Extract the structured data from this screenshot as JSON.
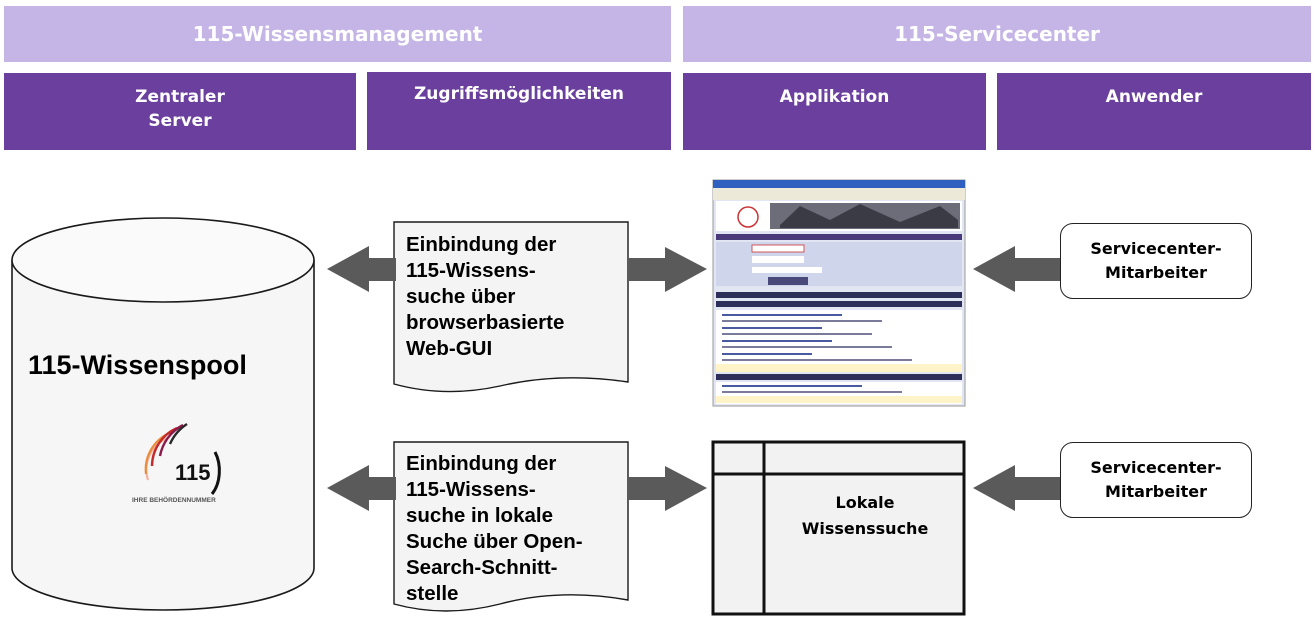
{
  "header": {
    "left_title": "115-Wissensmanagement",
    "right_title": "115-Servicecenter"
  },
  "columns": [
    {
      "lines": [
        "Zentraler",
        "Server"
      ]
    },
    {
      "lines": [
        "Zugriffsmöglichkeiten"
      ]
    },
    {
      "lines": [
        "Applikation"
      ]
    },
    {
      "lines": [
        "Anwender"
      ]
    }
  ],
  "pool": {
    "title": "115-Wissenspool",
    "logo_number": "115",
    "logo_caption": "IHRE BEHÖRDENNUMMER"
  },
  "access": [
    {
      "lines": [
        "Einbindung der",
        "115-Wissens-",
        "suche über",
        "browserbasierte",
        "Web-GUI"
      ]
    },
    {
      "lines": [
        "Einbindung der",
        "115-Wissens-",
        "suche in lokale",
        "Suche über Open-",
        "Search-Schnitt-",
        "stelle"
      ]
    }
  ],
  "local_search": {
    "lines": [
      "Lokale",
      "Wissenssuche"
    ]
  },
  "users": [
    {
      "lines": [
        "Servicecenter-",
        "Mitarbeiter"
      ]
    },
    {
      "lines": [
        "Servicecenter-",
        "Mitarbeiter"
      ]
    }
  ],
  "colors": {
    "header_bg": "#c5b5e6",
    "column_bg": "#6a3f9e",
    "arrow_fill": "#5a5a5a",
    "screenshot_bg": "#e2e6f2"
  },
  "icons": [
    "double-arrow-icon",
    "left-arrow-icon",
    "cylinder-icon",
    "115-logo-icon",
    "web-gui-screenshot-icon"
  ]
}
